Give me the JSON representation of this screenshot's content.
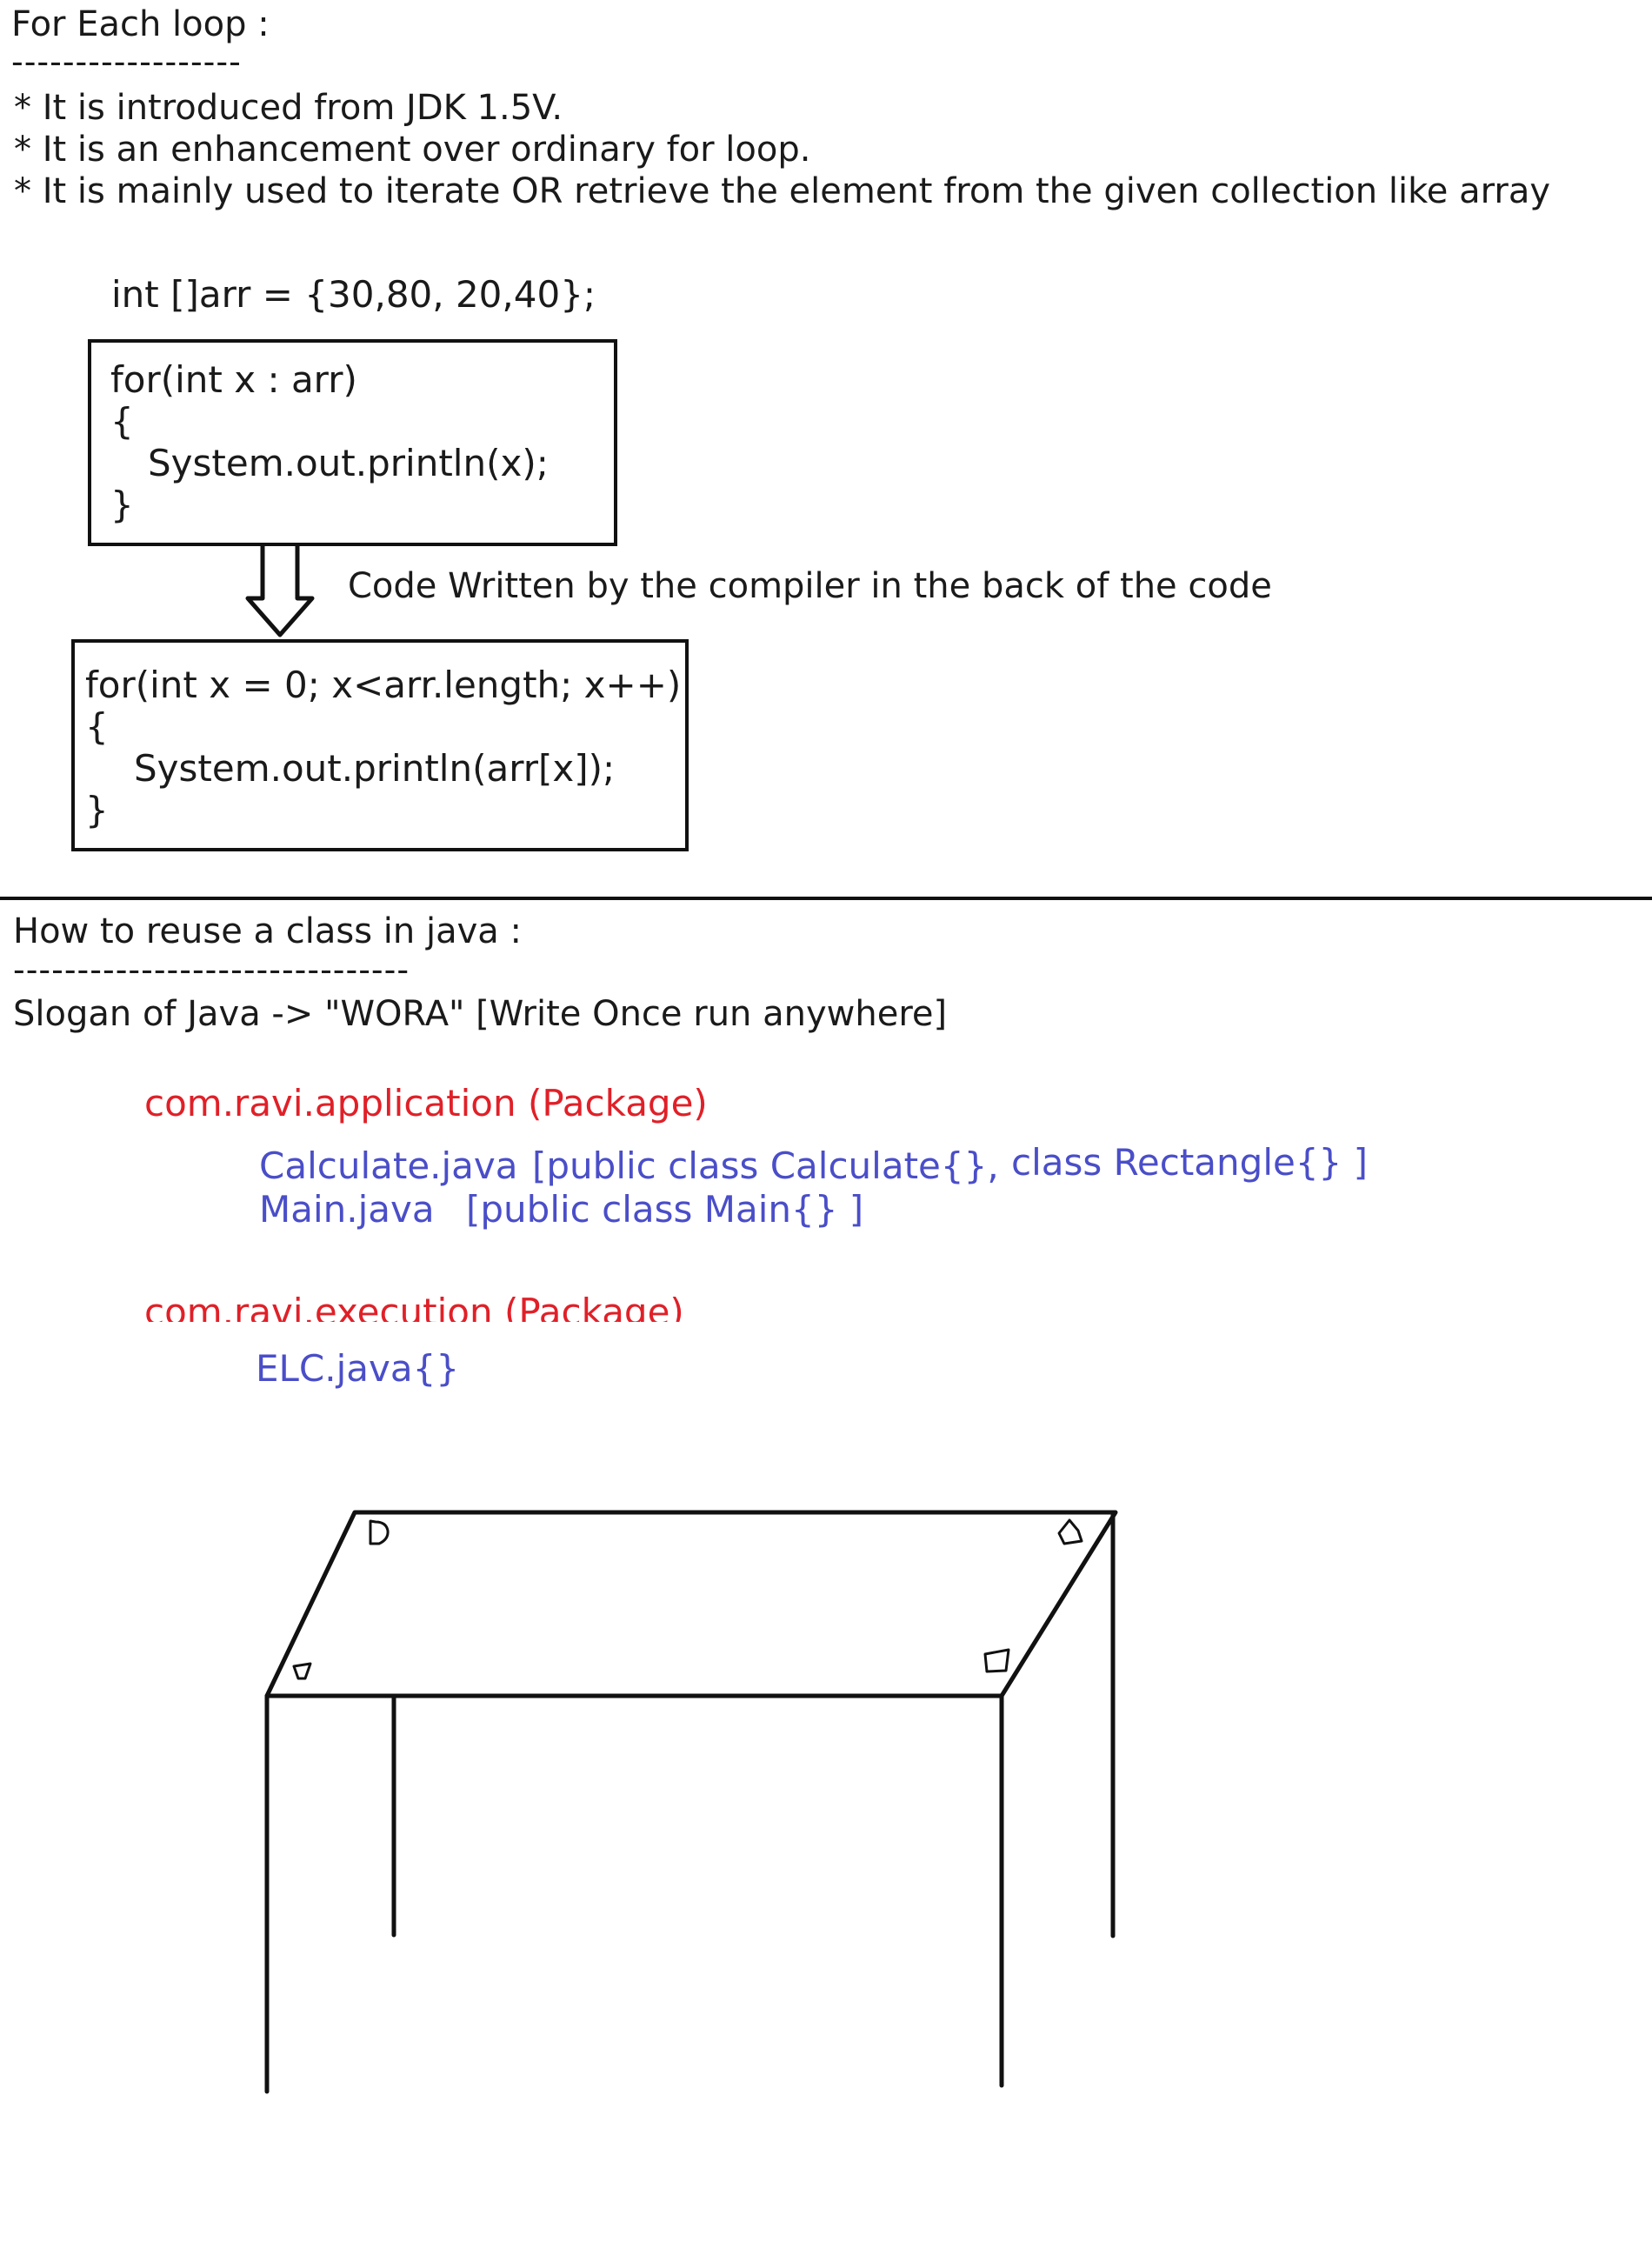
{
  "foreach": {
    "title": "For Each loop :",
    "underline": "------------------",
    "bullets": [
      "* It is introduced from JDK 1.5V.",
      "* It is an enhancement over ordinary for loop.",
      "* It is mainly used to iterate OR retrieve the element from the given collection like array"
    ],
    "array_decl": "int []arr = {30,80, 20,40};",
    "enhanced_loop": [
      "for(int x : arr)",
      "{",
      "System.out.println(x);",
      "}"
    ],
    "arrow_caption": "Code Written by the compiler in the back of the code",
    "compiled_loop": [
      "for(int x = 0; x<arr.length; x++)",
      "{",
      "System.out.println(arr[x]);",
      "}"
    ]
  },
  "reuse": {
    "title": "How to reuse a class in java :",
    "underline": "-------------------------------",
    "slogan": "Slogan of Java -> \"WORA\" [Write Once run anywhere]",
    "package1": {
      "name": "com.ravi.application (Package)",
      "files": [
        {
          "file": "Calculate.java",
          "classes": "[public class Calculate{},",
          "extra": "class Rectangle{} ]"
        },
        {
          "file": "Main.java",
          "classes": "[public class Main{} ]",
          "extra": ""
        }
      ]
    },
    "package2": {
      "name": "com.ravi.execution (Package)",
      "files": [
        {
          "file": "ELC.java{}"
        }
      ]
    }
  },
  "colors": {
    "package": "#e02028",
    "file": "#4a4ec8",
    "text": "#1a1a1a"
  }
}
